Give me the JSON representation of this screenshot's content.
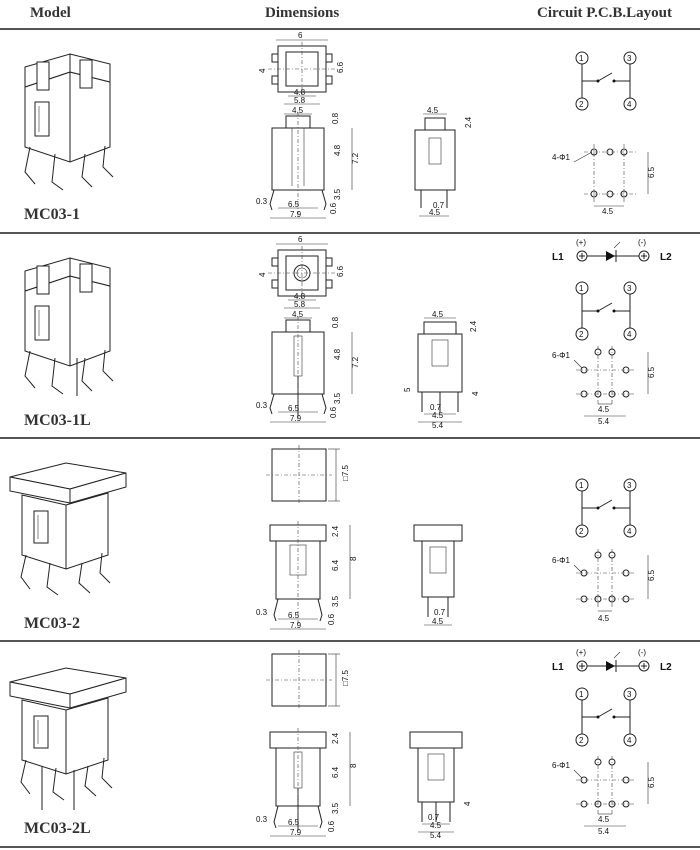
{
  "header": {
    "model": "Model",
    "dimensions": "Dimensions",
    "circuit": "Circuit P.C.B.Layout"
  },
  "rows": [
    {
      "model": "MC03-1",
      "top_dims": [
        "6",
        "4",
        "6.6",
        "4.8",
        "5.8"
      ],
      "side_dims": [
        "4.5",
        "0.8",
        "7.2",
        "4.8",
        "3.5",
        "0.3",
        "6.5",
        "0.6",
        "7.9"
      ],
      "end_dims": [
        "4.5",
        "2.4",
        "0.7",
        "4.5"
      ],
      "pins": [
        "1",
        "2",
        "3",
        "4"
      ],
      "hole_label": "4-Φ1",
      "pcb_dims": [
        "6.5",
        "4.5"
      ]
    },
    {
      "model": "MC03-1L",
      "led": {
        "plus": "(+)",
        "minus": "(-)",
        "l1": "L1",
        "l2": "L2"
      },
      "top_dims": [
        "6",
        "4",
        "6.6",
        "4.8",
        "5.8"
      ],
      "side_dims": [
        "4.5",
        "0.8",
        "7.2",
        "4.8",
        "3.5",
        "0.3",
        "6.5",
        "0.6",
        "7.9"
      ],
      "end_dims": [
        "4.5",
        "2.4",
        "5",
        "4",
        "0.7",
        "4.5",
        "5.4"
      ],
      "pins": [
        "1",
        "2",
        "3",
        "4"
      ],
      "hole_label": "6-Φ1",
      "pcb_dims": [
        "6.5",
        "4.5",
        "5.4"
      ]
    },
    {
      "model": "MC03-2",
      "top_dims": [
        "□7.5"
      ],
      "side_dims": [
        "2.4",
        "8",
        "6.4",
        "3.5",
        "0.3",
        "6.5",
        "0.6",
        "7.9"
      ],
      "end_dims": [
        "0.7",
        "4.5"
      ],
      "pins": [
        "1",
        "2",
        "3",
        "4"
      ],
      "hole_label": "6-Φ1",
      "pcb_dims": [
        "6.5",
        "4.5"
      ]
    },
    {
      "model": "MC03-2L",
      "led": {
        "plus": "(+)",
        "minus": "(-)",
        "l1": "L1",
        "l2": "L2"
      },
      "top_dims": [
        "□7.5"
      ],
      "side_dims": [
        "2.4",
        "8",
        "6.4",
        "3.5",
        "0.3",
        "6.5",
        "0.6",
        "7.9"
      ],
      "end_dims": [
        "4",
        "0.7",
        "4.5",
        "5.4"
      ],
      "pins": [
        "1",
        "2",
        "3",
        "4"
      ],
      "hole_label": "6-Φ1",
      "pcb_dims": [
        "6.5",
        "4.5",
        "5.4"
      ]
    }
  ]
}
